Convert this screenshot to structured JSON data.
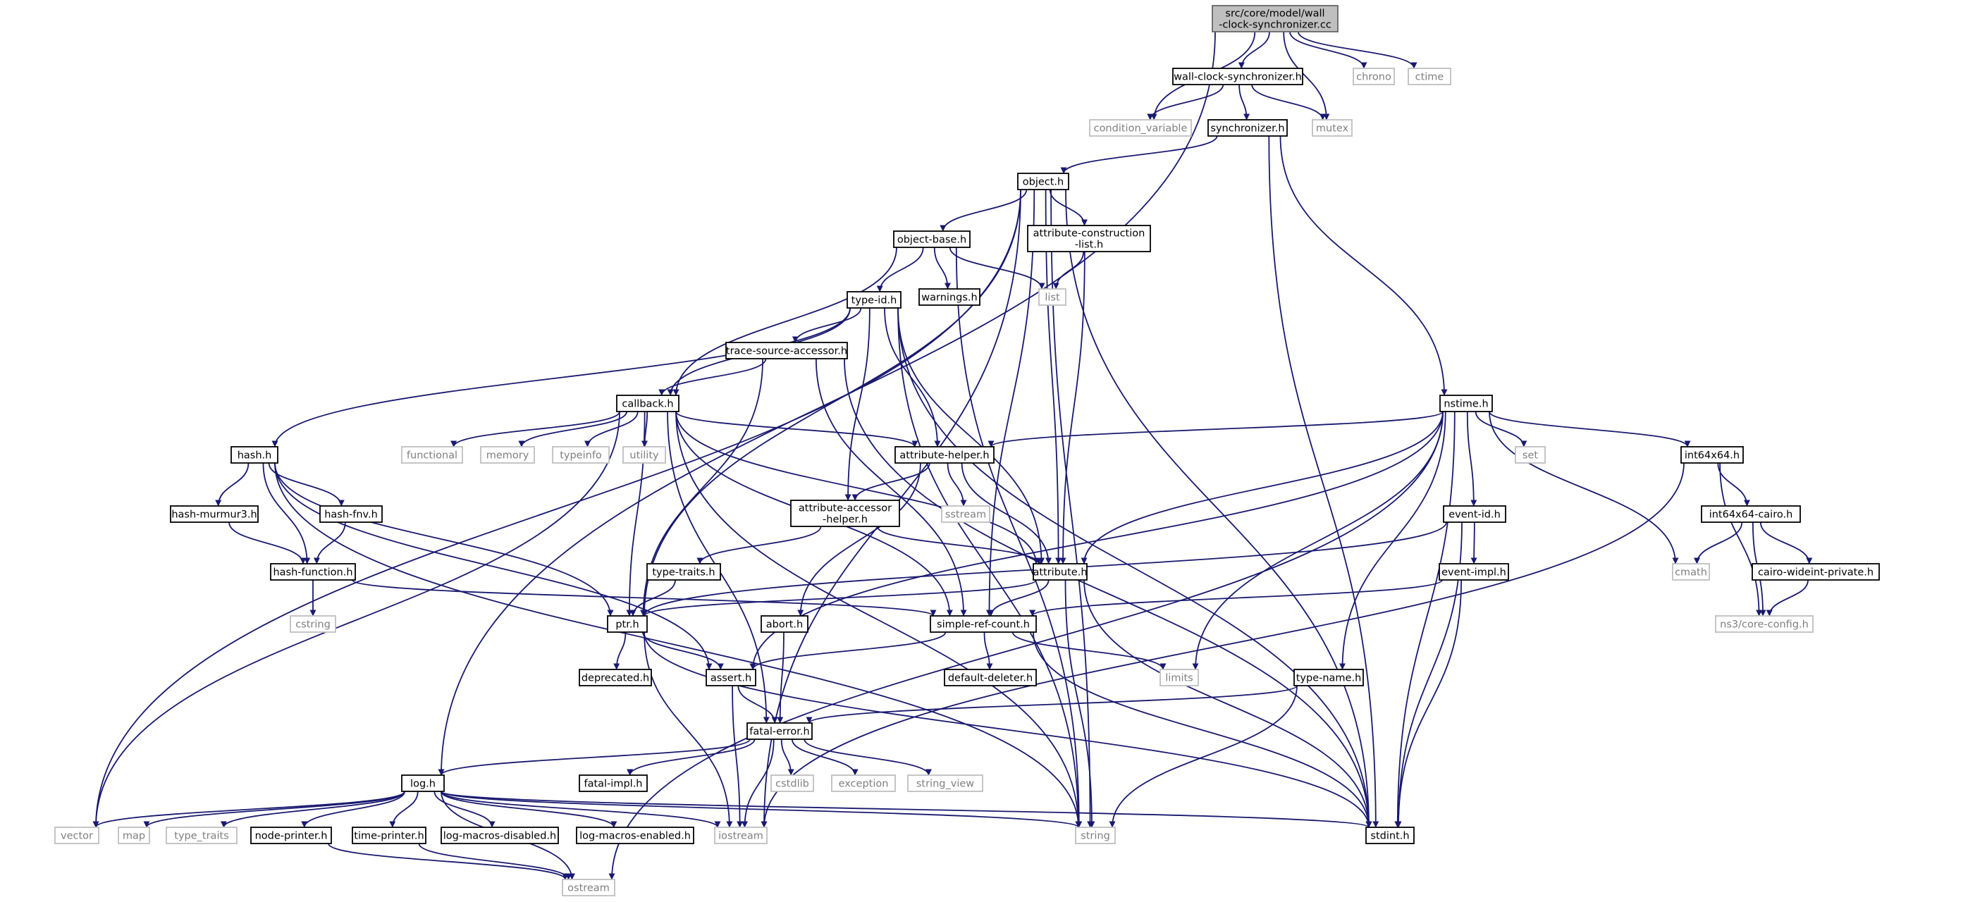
{
  "colors": {
    "edge": "#191970",
    "root_fill": "#bfbfbf",
    "local_border": "#000000",
    "external_border": "#bfbfbf",
    "external_text": "#7f7f7f",
    "text": "#000000"
  },
  "nodes": {
    "root": {
      "lines": [
        "src/core/model/wall",
        "-clock-synchronizer.cc"
      ],
      "kind": "root"
    },
    "wcs_h": {
      "lines": [
        "wall-clock-synchronizer.h"
      ],
      "kind": "local"
    },
    "chrono": {
      "lines": [
        "chrono"
      ],
      "kind": "external"
    },
    "ctime": {
      "lines": [
        "ctime"
      ],
      "kind": "external"
    },
    "condition_variable": {
      "lines": [
        "condition_variable"
      ],
      "kind": "external"
    },
    "synchronizer_h": {
      "lines": [
        "synchronizer.h"
      ],
      "kind": "local"
    },
    "mutex": {
      "lines": [
        "mutex"
      ],
      "kind": "external"
    },
    "object_h": {
      "lines": [
        "object.h"
      ],
      "kind": "local"
    },
    "object_base_h": {
      "lines": [
        "object-base.h"
      ],
      "kind": "local"
    },
    "attr_construction": {
      "lines": [
        "attribute-construction",
        "-list.h"
      ],
      "kind": "local"
    },
    "type_id_h": {
      "lines": [
        "type-id.h"
      ],
      "kind": "local"
    },
    "warnings_h": {
      "lines": [
        "warnings.h"
      ],
      "kind": "local"
    },
    "list": {
      "lines": [
        "list"
      ],
      "kind": "external"
    },
    "trace_source": {
      "lines": [
        "trace-source-accessor.h"
      ],
      "kind": "local"
    },
    "callback_h": {
      "lines": [
        "callback.h"
      ],
      "kind": "local"
    },
    "nstime_h": {
      "lines": [
        "nstime.h"
      ],
      "kind": "local"
    },
    "hash_h": {
      "lines": [
        "hash.h"
      ],
      "kind": "local"
    },
    "functional": {
      "lines": [
        "functional"
      ],
      "kind": "external"
    },
    "memory": {
      "lines": [
        "memory"
      ],
      "kind": "external"
    },
    "typeinfo": {
      "lines": [
        "typeinfo"
      ],
      "kind": "external"
    },
    "utility": {
      "lines": [
        "utility"
      ],
      "kind": "external"
    },
    "attr_helper": {
      "lines": [
        "attribute-helper.h"
      ],
      "kind": "local"
    },
    "set": {
      "lines": [
        "set"
      ],
      "kind": "external"
    },
    "int64x64_h": {
      "lines": [
        "int64x64.h"
      ],
      "kind": "local"
    },
    "hash_murmur3": {
      "lines": [
        "hash-murmur3.h"
      ],
      "kind": "local"
    },
    "hash_fnv": {
      "lines": [
        "hash-fnv.h"
      ],
      "kind": "local"
    },
    "attr_accessor": {
      "lines": [
        "attribute-accessor",
        "-helper.h"
      ],
      "kind": "local"
    },
    "sstream": {
      "lines": [
        "sstream"
      ],
      "kind": "external"
    },
    "event_id_h": {
      "lines": [
        "event-id.h"
      ],
      "kind": "local"
    },
    "int64x64_cairo": {
      "lines": [
        "int64x64-cairo.h"
      ],
      "kind": "local"
    },
    "hash_function": {
      "lines": [
        "hash-function.h"
      ],
      "kind": "local"
    },
    "type_traits_h": {
      "lines": [
        "type-traits.h"
      ],
      "kind": "local"
    },
    "attribute_h": {
      "lines": [
        "attribute.h"
      ],
      "kind": "local"
    },
    "event_impl": {
      "lines": [
        "event-impl.h"
      ],
      "kind": "local"
    },
    "cmath": {
      "lines": [
        "cmath"
      ],
      "kind": "external"
    },
    "cairo_wideint": {
      "lines": [
        "cairo-wideint-private.h"
      ],
      "kind": "local"
    },
    "cstring": {
      "lines": [
        "cstring"
      ],
      "kind": "external"
    },
    "ptr_h": {
      "lines": [
        "ptr.h"
      ],
      "kind": "local"
    },
    "abort_h": {
      "lines": [
        "abort.h"
      ],
      "kind": "local"
    },
    "simple_ref": {
      "lines": [
        "simple-ref-count.h"
      ],
      "kind": "local"
    },
    "core_config": {
      "lines": [
        "ns3/core-config.h"
      ],
      "kind": "external"
    },
    "deprecated_h": {
      "lines": [
        "deprecated.h"
      ],
      "kind": "local"
    },
    "assert_h": {
      "lines": [
        "assert.h"
      ],
      "kind": "local"
    },
    "default_deleter": {
      "lines": [
        "default-deleter.h"
      ],
      "kind": "local"
    },
    "limits": {
      "lines": [
        "limits"
      ],
      "kind": "external"
    },
    "type_name": {
      "lines": [
        "type-name.h"
      ],
      "kind": "local"
    },
    "fatal_error": {
      "lines": [
        "fatal-error.h"
      ],
      "kind": "local"
    },
    "log_h": {
      "lines": [
        "log.h"
      ],
      "kind": "local"
    },
    "fatal_impl": {
      "lines": [
        "fatal-impl.h"
      ],
      "kind": "local"
    },
    "cstdlib": {
      "lines": [
        "cstdlib"
      ],
      "kind": "external"
    },
    "exception": {
      "lines": [
        "exception"
      ],
      "kind": "external"
    },
    "string_view": {
      "lines": [
        "string_view"
      ],
      "kind": "external"
    },
    "vector": {
      "lines": [
        "vector"
      ],
      "kind": "external"
    },
    "map": {
      "lines": [
        "map"
      ],
      "kind": "external"
    },
    "type_traits": {
      "lines": [
        "type_traits"
      ],
      "kind": "external"
    },
    "node_printer": {
      "lines": [
        "node-printer.h"
      ],
      "kind": "local"
    },
    "time_printer": {
      "lines": [
        "time-printer.h"
      ],
      "kind": "local"
    },
    "log_disabled": {
      "lines": [
        "log-macros-disabled.h"
      ],
      "kind": "local"
    },
    "log_enabled": {
      "lines": [
        "log-macros-enabled.h"
      ],
      "kind": "local"
    },
    "iostream": {
      "lines": [
        "iostream"
      ],
      "kind": "external"
    },
    "string": {
      "lines": [
        "string"
      ],
      "kind": "external"
    },
    "stdint": {
      "lines": [
        "stdint.h"
      ],
      "kind": "local"
    },
    "ostream": {
      "lines": [
        "ostream"
      ],
      "kind": "external"
    }
  },
  "edges": [
    [
      "root",
      "wcs_h"
    ],
    [
      "root",
      "chrono"
    ],
    [
      "root",
      "ctime"
    ],
    [
      "root",
      "condition_variable"
    ],
    [
      "root",
      "mutex"
    ],
    [
      "root",
      "log_h"
    ],
    [
      "wcs_h",
      "condition_variable"
    ],
    [
      "wcs_h",
      "synchronizer_h"
    ],
    [
      "wcs_h",
      "mutex"
    ],
    [
      "synchronizer_h",
      "object_h"
    ],
    [
      "synchronizer_h",
      "nstime_h"
    ],
    [
      "synchronizer_h",
      "stdint"
    ],
    [
      "object_h",
      "object_base_h"
    ],
    [
      "object_h",
      "attr_construction"
    ],
    [
      "object_h",
      "attribute_h"
    ],
    [
      "object_h",
      "simple_ref"
    ],
    [
      "object_h",
      "ptr_h"
    ],
    [
      "object_h",
      "vector"
    ],
    [
      "object_h",
      "string"
    ],
    [
      "object_h",
      "stdint"
    ],
    [
      "object_h",
      "iostream"
    ],
    [
      "object_base_h",
      "type_id_h"
    ],
    [
      "object_base_h",
      "warnings_h"
    ],
    [
      "object_base_h",
      "list"
    ],
    [
      "object_base_h",
      "callback_h"
    ],
    [
      "object_base_h",
      "string"
    ],
    [
      "attr_construction",
      "list"
    ],
    [
      "attr_construction",
      "attribute_h"
    ],
    [
      "type_id_h",
      "trace_source"
    ],
    [
      "type_id_h",
      "callback_h"
    ],
    [
      "type_id_h",
      "hash_h"
    ],
    [
      "type_id_h",
      "attr_helper"
    ],
    [
      "type_id_h",
      "attr_accessor"
    ],
    [
      "type_id_h",
      "attribute_h"
    ],
    [
      "type_id_h",
      "string"
    ],
    [
      "type_id_h",
      "stdint"
    ],
    [
      "trace_source",
      "callback_h"
    ],
    [
      "trace_source",
      "ptr_h"
    ],
    [
      "trace_source",
      "simple_ref"
    ],
    [
      "trace_source",
      "stdint"
    ],
    [
      "callback_h",
      "functional"
    ],
    [
      "callback_h",
      "memory"
    ],
    [
      "callback_h",
      "typeinfo"
    ],
    [
      "callback_h",
      "utility"
    ],
    [
      "callback_h",
      "attr_helper"
    ],
    [
      "callback_h",
      "attribute_h"
    ],
    [
      "callback_h",
      "ptr_h"
    ],
    [
      "callback_h",
      "simple_ref"
    ],
    [
      "callback_h",
      "fatal_error"
    ],
    [
      "callback_h",
      "vector"
    ],
    [
      "callback_h",
      "string"
    ],
    [
      "hash_h",
      "hash_murmur3"
    ],
    [
      "hash_h",
      "hash_fnv"
    ],
    [
      "hash_h",
      "hash_function"
    ],
    [
      "hash_h",
      "ptr_h"
    ],
    [
      "hash_h",
      "assert_h"
    ],
    [
      "hash_h",
      "string"
    ],
    [
      "hash_murmur3",
      "hash_function"
    ],
    [
      "hash_fnv",
      "hash_function"
    ],
    [
      "hash_function",
      "cstring"
    ],
    [
      "hash_function",
      "simple_ref"
    ],
    [
      "attr_helper",
      "attr_accessor"
    ],
    [
      "attr_helper",
      "sstream"
    ],
    [
      "attr_helper",
      "attribute_h"
    ],
    [
      "attr_helper",
      "abort_h"
    ],
    [
      "attr_accessor",
      "type_traits_h"
    ],
    [
      "attr_accessor",
      "attribute_h"
    ],
    [
      "type_traits_h",
      "ptr_h"
    ],
    [
      "attribute_h",
      "ptr_h"
    ],
    [
      "attribute_h",
      "simple_ref"
    ],
    [
      "attribute_h",
      "string"
    ],
    [
      "attribute_h",
      "stdint"
    ],
    [
      "nstime_h",
      "attr_helper"
    ],
    [
      "nstime_h",
      "attribute_h"
    ],
    [
      "nstime_h",
      "set"
    ],
    [
      "nstime_h",
      "int64x64_h"
    ],
    [
      "nstime_h",
      "event_id_h"
    ],
    [
      "nstime_h",
      "cmath"
    ],
    [
      "nstime_h",
      "type_name"
    ],
    [
      "nstime_h",
      "assert_h"
    ],
    [
      "nstime_h",
      "limits"
    ],
    [
      "nstime_h",
      "stdint"
    ],
    [
      "nstime_h",
      "ostream"
    ],
    [
      "int64x64_h",
      "int64x64_cairo"
    ],
    [
      "int64x64_h",
      "core_config"
    ],
    [
      "int64x64_h",
      "iostream"
    ],
    [
      "int64x64_cairo",
      "cairo_wideint"
    ],
    [
      "int64x64_cairo",
      "cmath"
    ],
    [
      "int64x64_cairo",
      "core_config"
    ],
    [
      "cairo_wideint",
      "core_config"
    ],
    [
      "event_id_h",
      "event_impl"
    ],
    [
      "event_id_h",
      "ptr_h"
    ],
    [
      "event_id_h",
      "stdint"
    ],
    [
      "event_impl",
      "simple_ref"
    ],
    [
      "event_impl",
      "stdint"
    ],
    [
      "ptr_h",
      "deprecated_h"
    ],
    [
      "ptr_h",
      "assert_h"
    ],
    [
      "ptr_h",
      "iostream"
    ],
    [
      "ptr_h",
      "stdint"
    ],
    [
      "abort_h",
      "fatal_error"
    ],
    [
      "simple_ref",
      "default_deleter"
    ],
    [
      "simple_ref",
      "assert_h"
    ],
    [
      "simple_ref",
      "limits"
    ],
    [
      "simple_ref",
      "stdint"
    ],
    [
      "assert_h",
      "fatal_error"
    ],
    [
      "assert_h",
      "iostream"
    ],
    [
      "type_name",
      "fatal_error"
    ],
    [
      "type_name",
      "string"
    ],
    [
      "fatal_error",
      "log_h"
    ],
    [
      "fatal_error",
      "fatal_impl"
    ],
    [
      "fatal_error",
      "cstdlib"
    ],
    [
      "fatal_error",
      "exception"
    ],
    [
      "fatal_error",
      "string_view"
    ],
    [
      "fatal_error",
      "iostream"
    ],
    [
      "log_h",
      "vector"
    ],
    [
      "log_h",
      "map"
    ],
    [
      "log_h",
      "type_traits"
    ],
    [
      "log_h",
      "node_printer"
    ],
    [
      "log_h",
      "time_printer"
    ],
    [
      "log_h",
      "log_disabled"
    ],
    [
      "log_h",
      "log_enabled"
    ],
    [
      "log_h",
      "iostream"
    ],
    [
      "log_h",
      "string"
    ],
    [
      "log_h",
      "stdint"
    ],
    [
      "log_h",
      "ostream"
    ],
    [
      "node_printer",
      "ostream"
    ],
    [
      "time_printer",
      "ostream"
    ]
  ]
}
